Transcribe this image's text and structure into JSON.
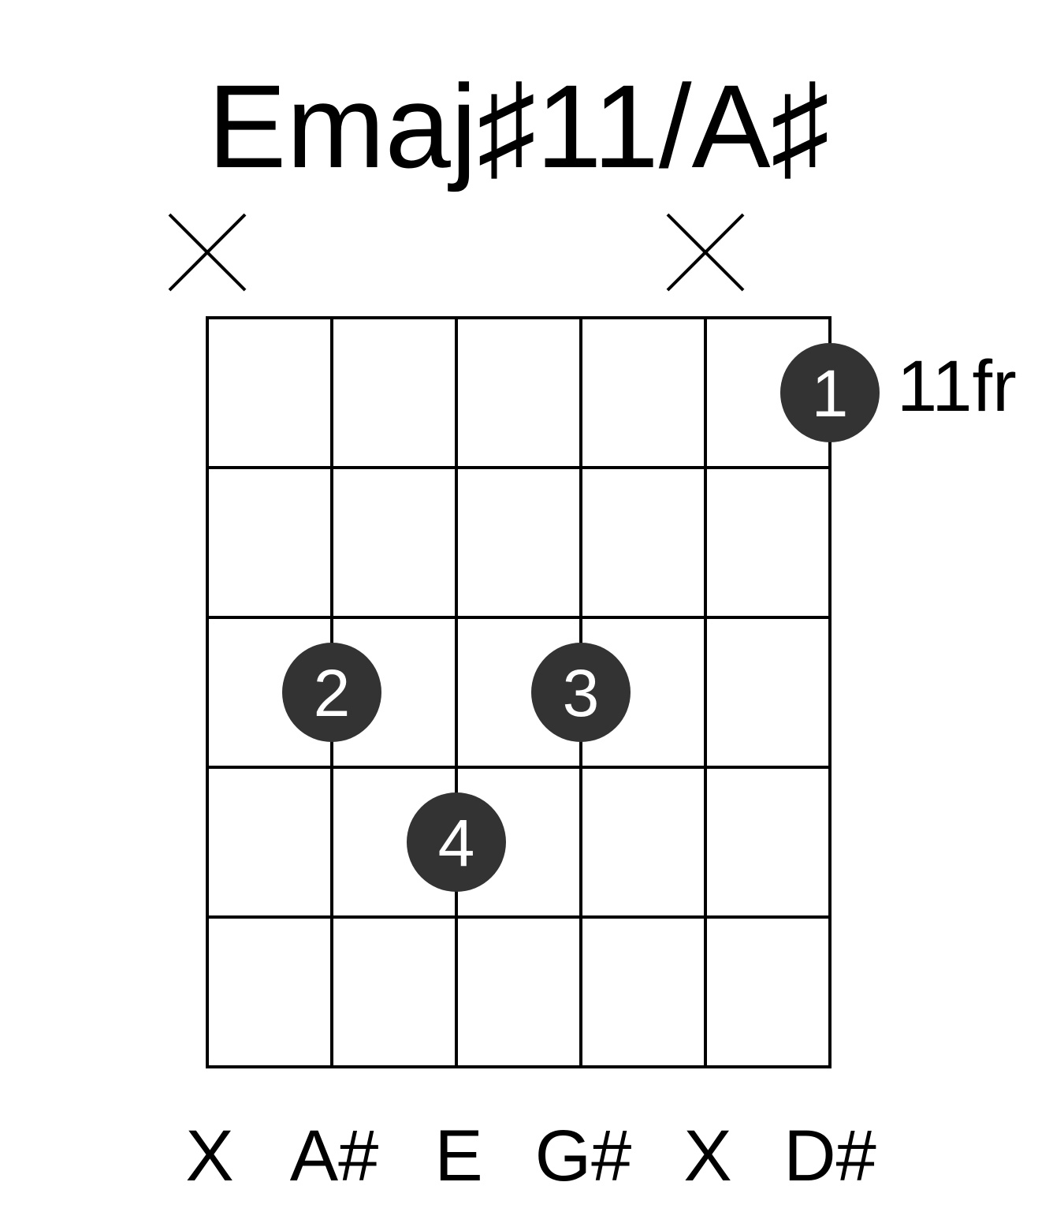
{
  "title": "Emaj♯11/A♯",
  "start_fret_label": "11fr",
  "strings": 6,
  "frets": 5,
  "muted_marker_strings": [
    0,
    4
  ],
  "fingers": [
    {
      "string": 5,
      "fret": 1,
      "label": "1"
    },
    {
      "string": 1,
      "fret": 3,
      "label": "2"
    },
    {
      "string": 3,
      "fret": 3,
      "label": "3"
    },
    {
      "string": 2,
      "fret": 4,
      "label": "4"
    }
  ],
  "string_notes": [
    "X",
    "A#",
    "E",
    "G#",
    "X",
    "D#"
  ],
  "colors": {
    "dot": "#333333",
    "dot_text": "#ffffff",
    "line": "#000000"
  }
}
